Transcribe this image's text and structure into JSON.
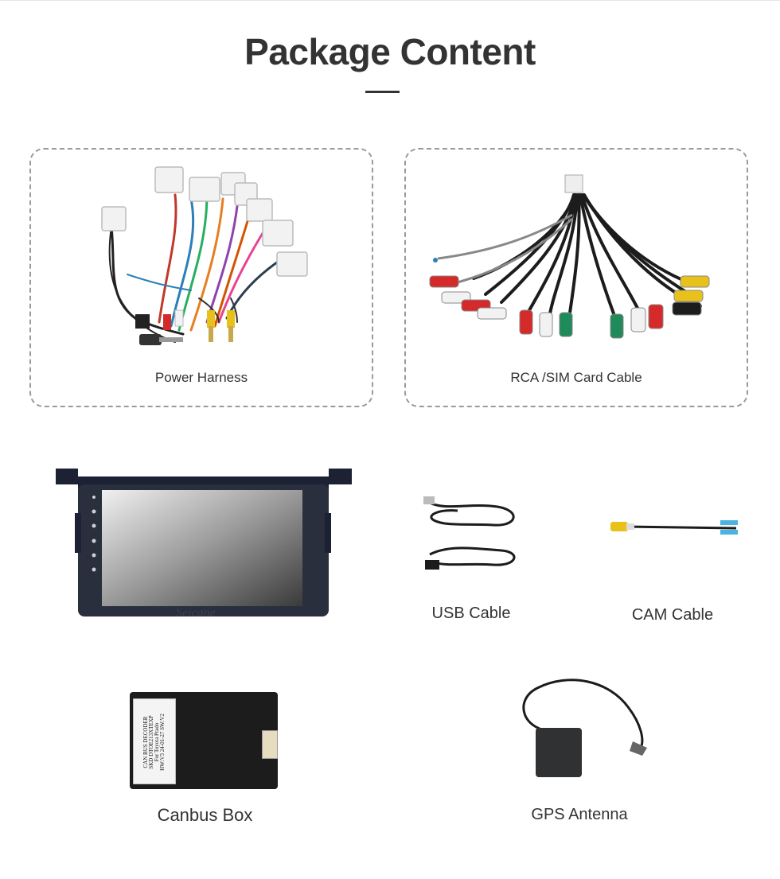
{
  "page": {
    "title": "Package Content"
  },
  "items": {
    "power_harness": {
      "label": "Power Harness"
    },
    "rca_cable": {
      "label": "RCA /SIM Card Cable"
    },
    "usb_cable": {
      "label": "USB Cable"
    },
    "cam_cable": {
      "label": "CAM Cable"
    },
    "canbus_box": {
      "label": "Canbus Box",
      "sticker_lines": [
        "CAN BUS DECODER",
        "SKD DTOE213XTEXP",
        "For Toyota Prado",
        "HW:V3 24-01-27 SW:V2"
      ]
    },
    "gps_antenna": {
      "label": "GPS Antenna"
    },
    "head_unit": {
      "brand": "Seicane"
    }
  },
  "colors": {
    "title": "#333333",
    "dashed_border": "#9a9a9a",
    "rca_red": "#d42a2a",
    "rca_white": "#f2f2f2",
    "rca_yellow": "#e8c21a",
    "rca_green": "#1f8a5a",
    "cable_black": "#1c1c1c"
  }
}
